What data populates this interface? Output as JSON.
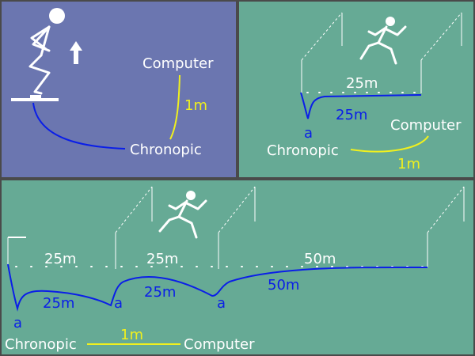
{
  "panels": {
    "jump": {
      "computer_label": "Computer",
      "chronopic_label": "Chronopic",
      "cable_length": "1m"
    },
    "run_simple": {
      "distance_top": "25m",
      "distance_cable": "25m",
      "sensor_label": "a",
      "computer_label": "Computer",
      "chronopic_label": "Chronopic",
      "cable_length": "1m"
    },
    "run_multi": {
      "segments_top": [
        "25m",
        "25m",
        "50m"
      ],
      "segments_cable": [
        "25m",
        "25m",
        "50m"
      ],
      "sensor_labels": [
        "a",
        "a",
        "a"
      ],
      "chronopic_label": "Chronopic",
      "computer_label": "Computer",
      "cable_length": "1m"
    }
  },
  "colors": {
    "frame": "#4a4a4a",
    "jump_bg": "#6b76b0",
    "run_bg": "#66aa95",
    "cable_blue": "#0a1ee8",
    "cable_yellow": "#f0f01e",
    "white": "#ffffff"
  }
}
